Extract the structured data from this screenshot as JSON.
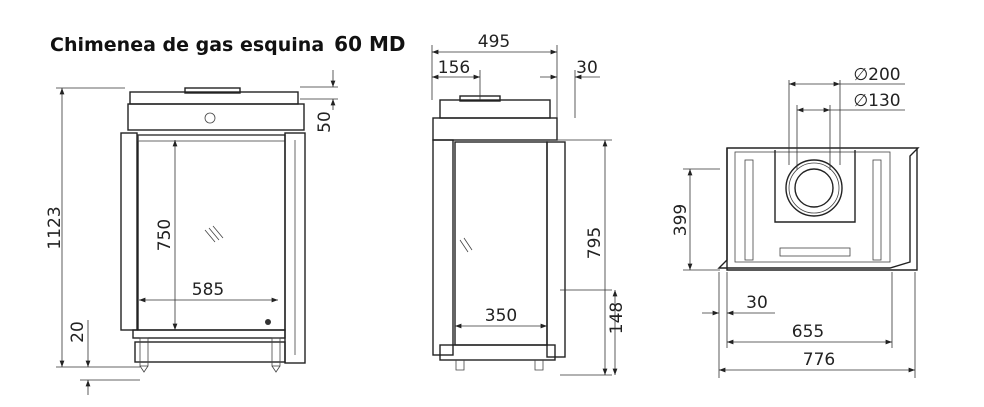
{
  "title": {
    "main": "Chimenea de gas esquina",
    "model": "60 MD"
  },
  "front_view": {
    "height_total": "1123",
    "top_offset": "50",
    "glass_height": "750",
    "glass_width": "585",
    "foot_height": "20"
  },
  "side_view": {
    "depth_total": "495",
    "front_offset": "156",
    "rear_offset": "30",
    "glass_height": "795",
    "glass_width": "350",
    "base_height": "148"
  },
  "top_view": {
    "flue_outer": "200",
    "flue_inner": "130",
    "depth": "399",
    "side_offset": "30",
    "inner_width": "655",
    "total_width": "776",
    "diameter_symbol": "∅"
  }
}
